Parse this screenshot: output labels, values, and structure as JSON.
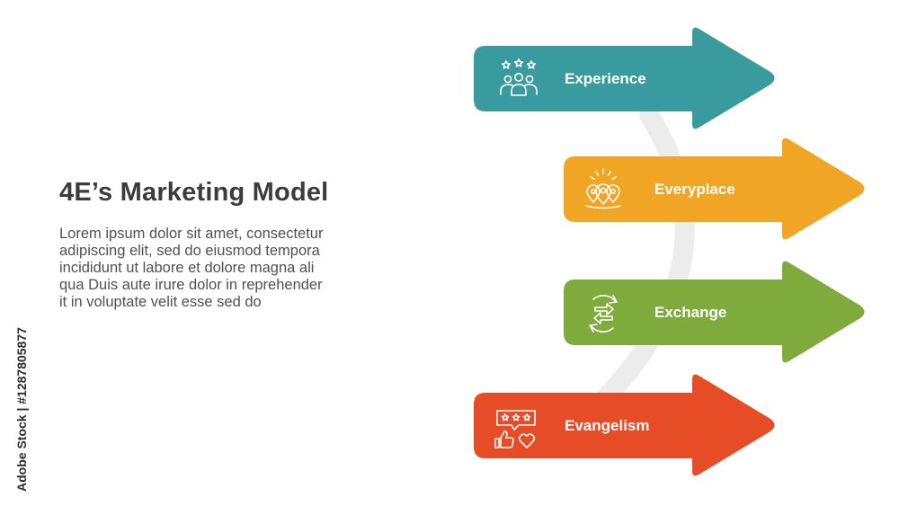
{
  "title": "4E’s Marketing Model",
  "description": [
    "Lorem ipsum dolor sit amet, consectetur",
    "adipiscing elit, sed do eiusmod tempora",
    "incididunt ut labore et dolore magna ali",
    "qua Duis aute irure dolor in reprehender",
    "it in voluptate velit esse sed do"
  ],
  "stock_id": "Adobe Stock | #1287805877",
  "items": [
    {
      "label": "Experience",
      "color": "#3a9b9e",
      "icon": "people-rating-icon"
    },
    {
      "label": "Everyplace",
      "color": "#f0a524",
      "icon": "location-pins-icon"
    },
    {
      "label": "Exchange",
      "color": "#7eab3b",
      "icon": "exchange-arrows-icon"
    },
    {
      "label": "Evangelism",
      "color": "#e64d27",
      "icon": "review-like-icon"
    }
  ]
}
